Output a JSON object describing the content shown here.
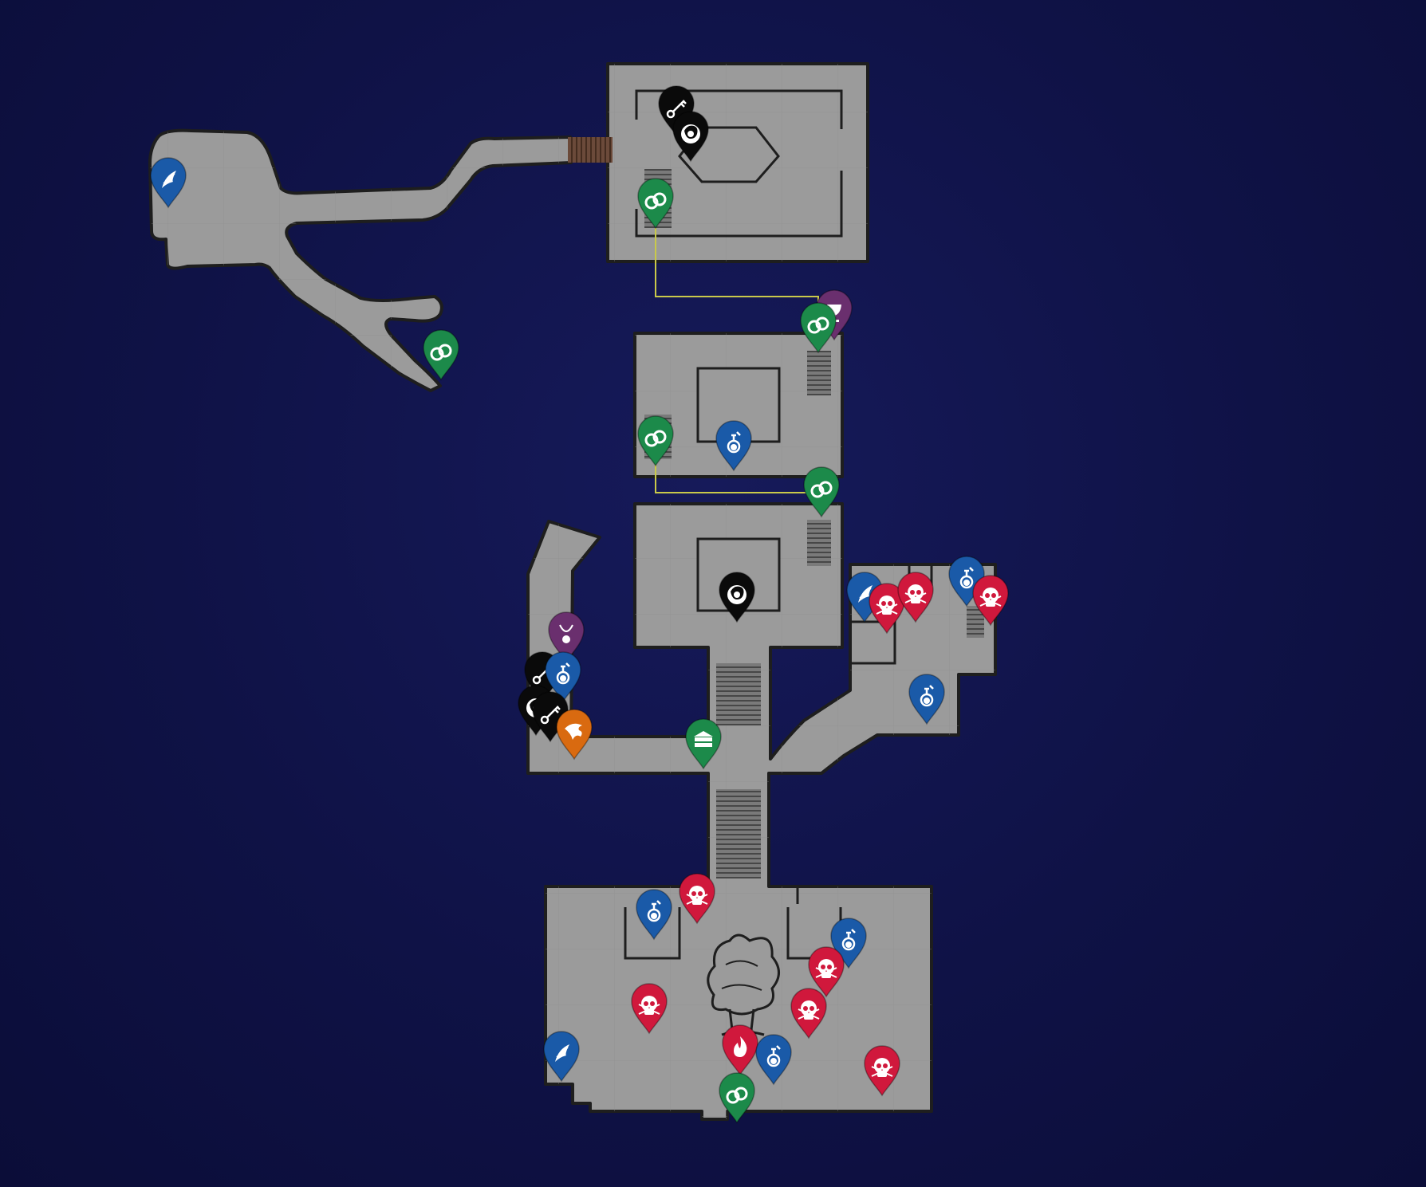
{
  "map": {
    "background_color": "#11144a",
    "floor_color": "#9b9b9b",
    "wall_color": "#1e1e1e",
    "connector_color": "#c9c94a",
    "marker_colors": {
      "link": "#1c8a4a",
      "chest": "#1c8a4a",
      "spirit": "#1a5aa8",
      "potion": "#1a5aa8",
      "skull": "#d0183c",
      "fire": "#d0183c",
      "boss": "#0a0a0a",
      "key": "#0a0a0a",
      "chalice": "#6a2f6e",
      "amulet": "#6a2f6e",
      "eagle": "#d96a10"
    },
    "legend": [
      {
        "type": "link",
        "icon": "link-icon"
      },
      {
        "type": "chest",
        "icon": "chest-icon"
      },
      {
        "type": "spirit",
        "icon": "feather-icon"
      },
      {
        "type": "potion",
        "icon": "potion-icon"
      },
      {
        "type": "skull",
        "icon": "skull-icon"
      },
      {
        "type": "fire",
        "icon": "flame-icon"
      },
      {
        "type": "boss",
        "icon": "boss-icon"
      },
      {
        "type": "key",
        "icon": "key-icon"
      },
      {
        "type": "chalice",
        "icon": "chalice-icon"
      },
      {
        "type": "amulet",
        "icon": "amulet-icon"
      },
      {
        "type": "eagle",
        "icon": "eagle-icon"
      }
    ]
  }
}
